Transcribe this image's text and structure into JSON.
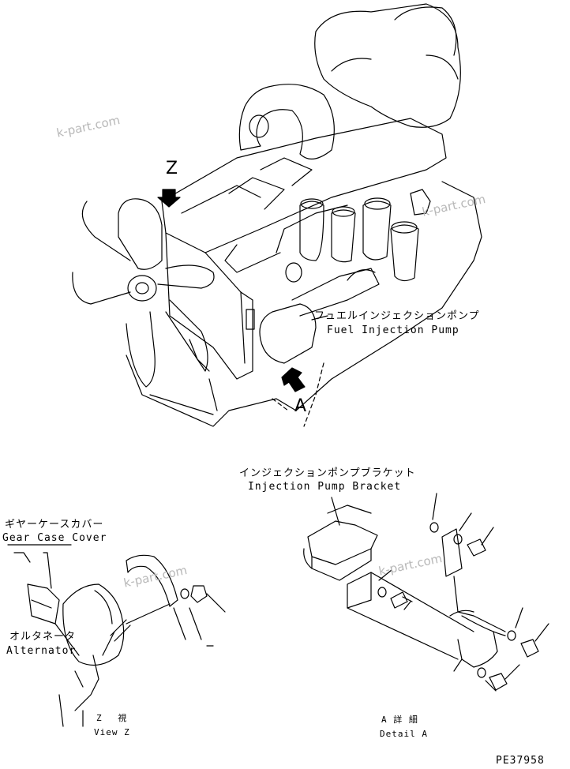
{
  "labels": {
    "z_marker": "Z",
    "a_marker": "A",
    "fuel_pump_jp": "フュエルインジェクションポンプ",
    "fuel_pump_en": "Fuel Injection Pump",
    "bracket_jp": "インジェクションポンプブラケット",
    "bracket_en": "Injection Pump Bracket",
    "gear_case_jp": "ギヤーケースカバー",
    "gear_case_en": "Gear Case Cover",
    "alternator_jp": "オルタネータ",
    "alternator_en": "Alternator",
    "view_z_jp": "Z　 視",
    "view_z_en": "View Z",
    "detail_a_jp": "A 詳 細",
    "detail_a_en": "Detail A",
    "drawing_number": "PE37958"
  },
  "watermarks": [
    "k-part.com",
    "k-part.com",
    "k-part.com",
    "k-part.com"
  ]
}
